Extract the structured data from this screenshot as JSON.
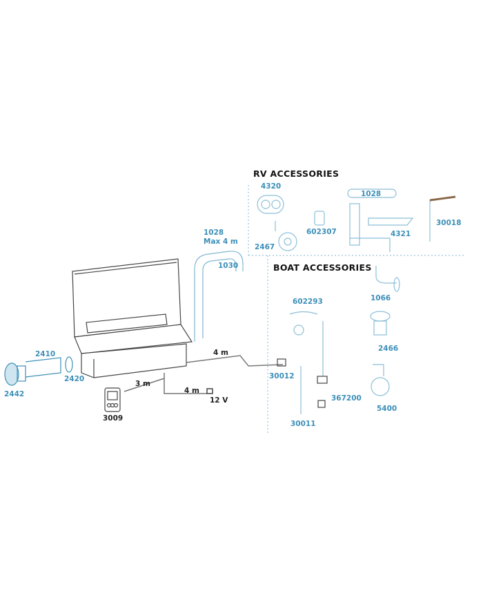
{
  "sections": {
    "rv": "RV ACCESSORIES",
    "boat": "BOAT ACCESSORIES"
  },
  "rv_parts": {
    "p4320": "4320",
    "p1028": "1028",
    "p602307": "602307",
    "p4321": "4321",
    "p30018": "30018",
    "p2467": "2467"
  },
  "boat_parts": {
    "p602293": "602293",
    "p1066": "1066",
    "p2466": "2466",
    "p30012": "30012",
    "p367200": "367200",
    "p5400": "5400",
    "p30011": "30011"
  },
  "heater": {
    "duct": "1028",
    "duct_max": "Max 4 m",
    "p1030": "1030",
    "p2410": "2410",
    "p2420": "2420",
    "p2442": "2442",
    "p3009": "3009"
  },
  "cables": {
    "fuel_line": "4 m",
    "panel_cable": "3 m",
    "power_cable": "4 m",
    "power": "12 V"
  },
  "colors": {
    "accent": "#3d8fb8",
    "line": "#555555"
  }
}
